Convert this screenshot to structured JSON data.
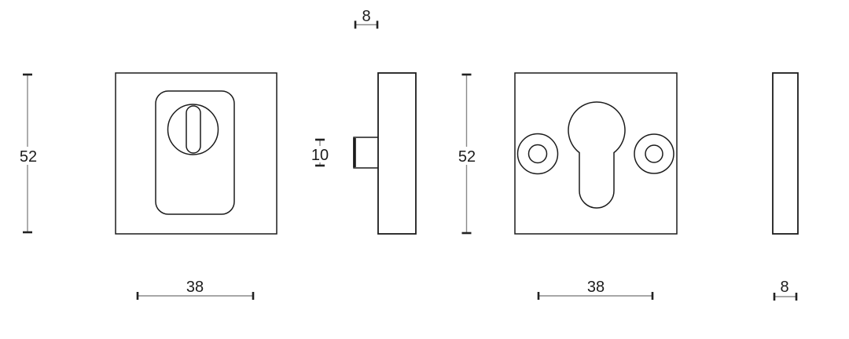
{
  "drawing": {
    "type": "technical-dimension-drawing",
    "subject": "square-escutcheon-rosettes-front-and-side-views",
    "dimensions": {
      "knob_width": "8",
      "knob_height": "10",
      "left_plate_height": "52",
      "left_plate_width": "38",
      "right_plate_height": "52",
      "right_hole_spacing": "38",
      "right_plate_thickness": "8"
    },
    "colors": {
      "background": "#ffffff",
      "outline": "#1c1c1c",
      "dimension_line": "#8a8a8a",
      "dimension_text": "#1c1c1c"
    }
  }
}
